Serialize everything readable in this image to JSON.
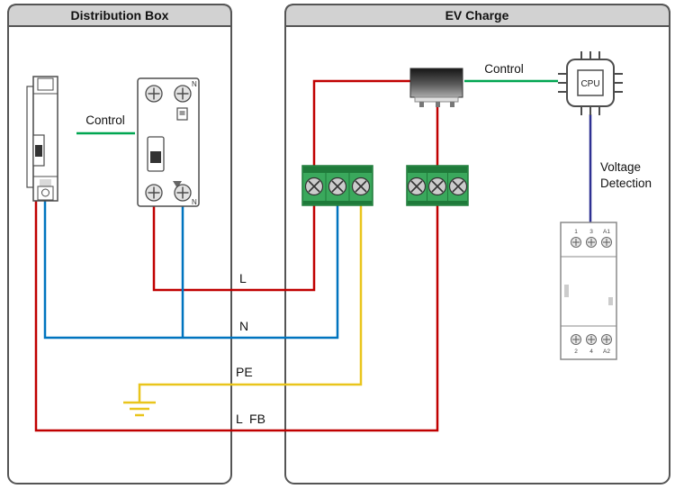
{
  "colors": {
    "header_bg": "#d2d2d2",
    "panel_border": "#555555",
    "live_red": "#c00000",
    "neutral_blue": "#0074bf",
    "earth_yellow": "#e9c51c",
    "control_green": "#00a651",
    "signal_navy": "#2e3192",
    "terminal_green": "#3aa85c",
    "terminal_green_dark": "#1f7a3a"
  },
  "panels": {
    "distribution_box": {
      "title": "Distribution Box"
    },
    "ev_charge": {
      "title": "EV Charge"
    }
  },
  "wires": {
    "l_label": "L",
    "n_label": "N",
    "pe_label": "PE",
    "lfb_label": "L  FB"
  },
  "controls": {
    "left_label": "Control",
    "right_label": "Control"
  },
  "cpu": {
    "label": "CPU"
  },
  "voltage_detection": {
    "line1": "Voltage",
    "line2": "Detection"
  },
  "rcd": {
    "n_top": "N",
    "n_bottom": "N"
  },
  "contactor": {
    "t1": "1",
    "t3": "3",
    "a1": "A1",
    "t2": "2",
    "t4": "4",
    "a2": "A2"
  }
}
